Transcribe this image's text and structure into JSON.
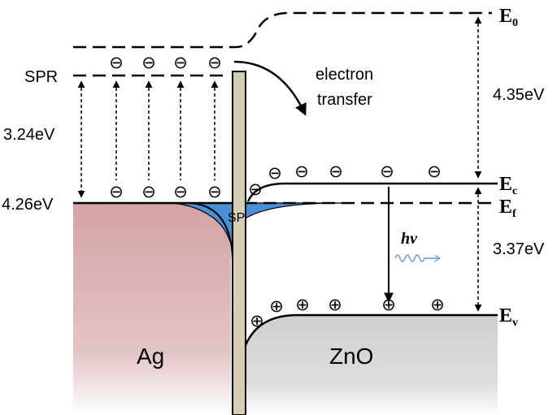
{
  "diagram": {
    "labels": {
      "spr": "SPR",
      "ag_gap": "3.24eV",
      "ag_fermi": "4.26eV",
      "sp": "SP",
      "electron_transfer_line1": "electron",
      "electron_transfer_line2": "transfer",
      "hv": "hν",
      "zno_work": "4.35eV",
      "zno_gap": "3.37eV",
      "ag": "Ag",
      "zno": "ZnO"
    },
    "levels": {
      "e0": {
        "main": "E",
        "sub": "0"
      },
      "ec": {
        "main": "E",
        "sub": "c"
      },
      "ef": {
        "main": "E",
        "sub": "f"
      },
      "ev": {
        "main": "E",
        "sub": "v"
      }
    },
    "symbols": {
      "electron": "⊖",
      "hole": "⊕"
    },
    "colors": {
      "ag_fill": "#d4a3a6",
      "zno_fill": "#d3d3d3",
      "sp_fill": "#4a90d6",
      "barrier_fill": "#d6ceb3",
      "photon_wave": "#6b9ad4"
    }
  }
}
